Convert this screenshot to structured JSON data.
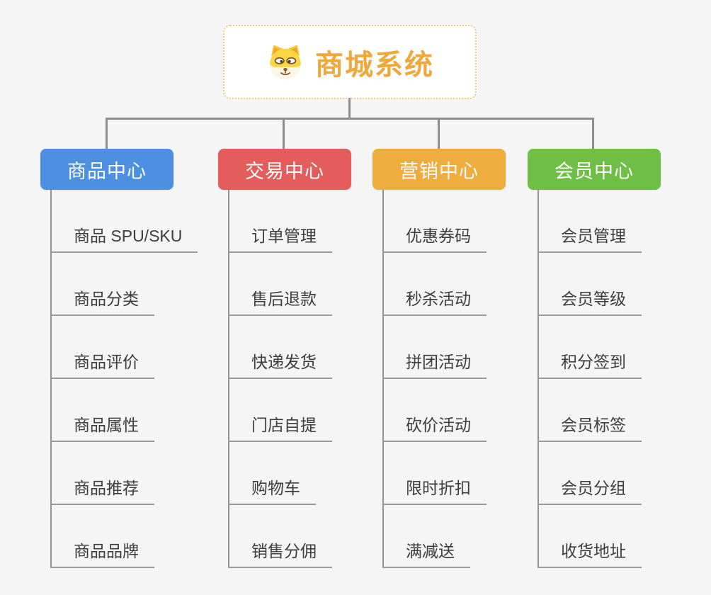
{
  "root": {
    "title": "商城系统",
    "icon": "doge-icon",
    "title_color": "#F0A83C",
    "border_color": "#F3C87E"
  },
  "connector_color": "#8E8E8E",
  "background_color": "#F5F5F5",
  "branches": [
    {
      "id": "product-center",
      "label": "商品中心",
      "color": "#4D90E2",
      "items": [
        "商品 SPU/SKU",
        "商品分类",
        "商品评价",
        "商品属性",
        "商品推荐",
        "商品品牌"
      ]
    },
    {
      "id": "trade-center",
      "label": "交易中心",
      "color": "#E45C5C",
      "items": [
        "订单管理",
        "售后退款",
        "快递发货",
        "门店自提",
        "购物车",
        "销售分佣"
      ]
    },
    {
      "id": "marketing-center",
      "label": "营销中心",
      "color": "#EEAD3E",
      "items": [
        "优惠券码",
        "秒杀活动",
        "拼团活动",
        "砍价活动",
        "限时折扣",
        "满减送"
      ]
    },
    {
      "id": "member-center",
      "label": "会员中心",
      "color": "#6FBE45",
      "items": [
        "会员管理",
        "会员等级",
        "积分签到",
        "会员标签",
        "会员分组",
        "收货地址"
      ]
    }
  ]
}
